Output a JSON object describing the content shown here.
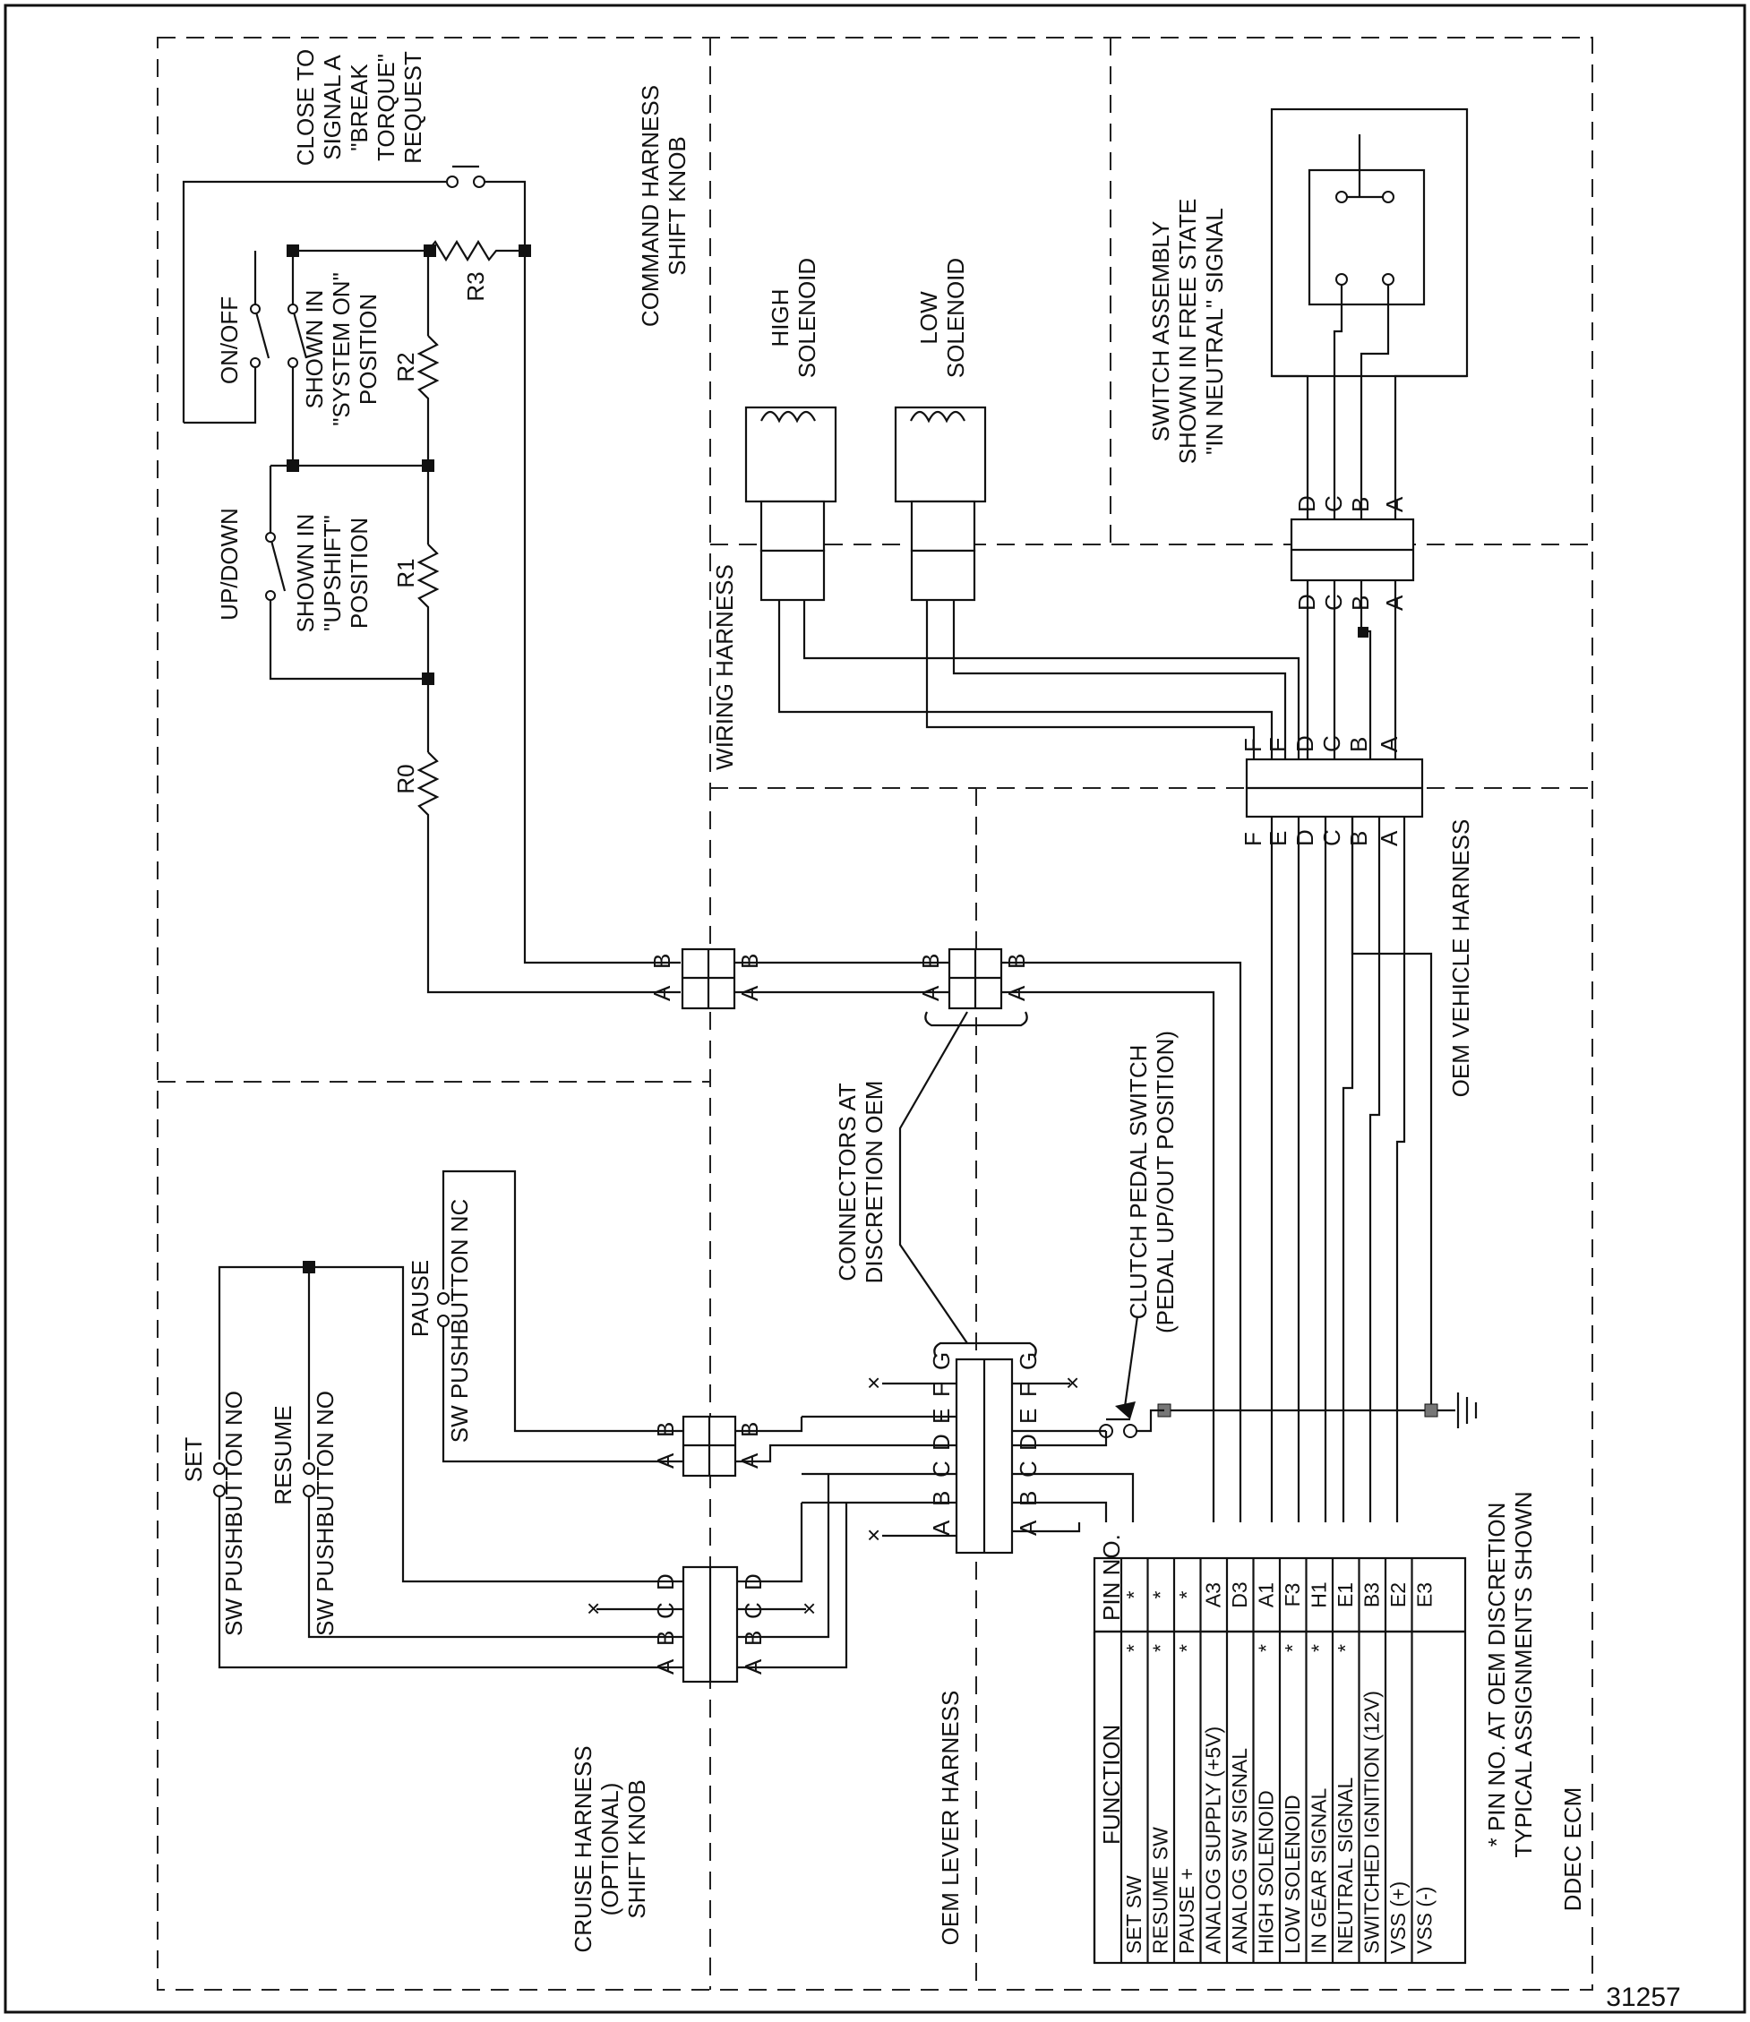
{
  "figure_number": "31257",
  "zones": {
    "command_harness": "COMMAND HARNESS\nSHIFT KNOB",
    "wiring_harness": "WIRING HARNESS",
    "switch_assembly": "SWITCH ASSEMBLY\nSHOWN IN FREE STATE\n\"IN NEUTRAL\" SIGNAL",
    "oem_vehicle_harness": "OEM VEHICLE HARNESS",
    "oem_lever_harness": "OEM LEVER HARNESS",
    "cruise_harness": "CRUISE HARNESS\n(OPTIONAL)\nSHIFT KNOB"
  },
  "components": {
    "brake_request": "CLOSE TO\nSIGNAL A\n\"BREAK\nTORQUE\"\nREQUEST",
    "on_off": "ON/OFF",
    "system_on": "SHOWN IN\n\"SYSTEM ON\"\nPOSITION",
    "up_down": "UP/DOWN",
    "upshift": "SHOWN IN\n\"UPSHIFT\"\nPOSITION",
    "r0": "R0",
    "r1": "R1",
    "r2": "R2",
    "r3": "R3",
    "high_solenoid": "HIGH\nSOLENOID",
    "low_solenoid": "LOW\nSOLENOID",
    "connectors_oem": "CONNECTORS AT\nDISCRETION OEM",
    "clutch_switch": "CLUTCH PEDAL SWITCH\n(PEDAL UP/OUT POSITION)",
    "set": "SET",
    "set_pushbutton": "SW PUSHBUTTON NO",
    "resume": "RESUME",
    "resume_pushbutton": "SW PUSHBUTTON NO",
    "pause": "PAUSE",
    "pause_pushbutton": "SW PUSHBUTTON NC"
  },
  "pin_letters": {
    "AB": [
      "A",
      "B"
    ],
    "ABCD": [
      "A",
      "B",
      "C",
      "D"
    ],
    "ABCDEF": [
      "A",
      "B",
      "C",
      "D",
      "E",
      "F"
    ],
    "ABCDEFG": [
      "A",
      "B",
      "C",
      "D",
      "E",
      "F",
      "G"
    ]
  },
  "table": {
    "header_function": "FUNCTION",
    "header_pin": "PIN NO.",
    "rows": [
      {
        "function": "SET SW",
        "star": "*",
        "pin": "*"
      },
      {
        "function": "RESUME SW",
        "star": "*",
        "pin": "*"
      },
      {
        "function": "PAUSE +",
        "star": "*",
        "pin": "*"
      },
      {
        "function": "ANALOG SUPPLY (+5V)",
        "star": "",
        "pin": "A3"
      },
      {
        "function": "ANALOG SW SIGNAL",
        "star": "",
        "pin": "D3"
      },
      {
        "function": "HIGH SOLENOID",
        "star": "*",
        "pin": "A1"
      },
      {
        "function": "LOW SOLENOID",
        "star": "*",
        "pin": "F3"
      },
      {
        "function": "IN GEAR SIGNAL",
        "star": "*",
        "pin": "H1"
      },
      {
        "function": "NEUTRAL SIGNAL",
        "star": "*",
        "pin": "E1"
      },
      {
        "function": "SWITCHED IGNITION (12V)",
        "star": "",
        "pin": "B3"
      },
      {
        "function": "VSS (+)",
        "star": "",
        "pin": "E2"
      },
      {
        "function": "VSS (-)",
        "star": "",
        "pin": "E3"
      }
    ],
    "footnote": "* PIN NO. AT OEM DISCRETION\nTYPICAL ASSIGNMENTS SHOWN",
    "ecm": "DDEC ECM"
  }
}
